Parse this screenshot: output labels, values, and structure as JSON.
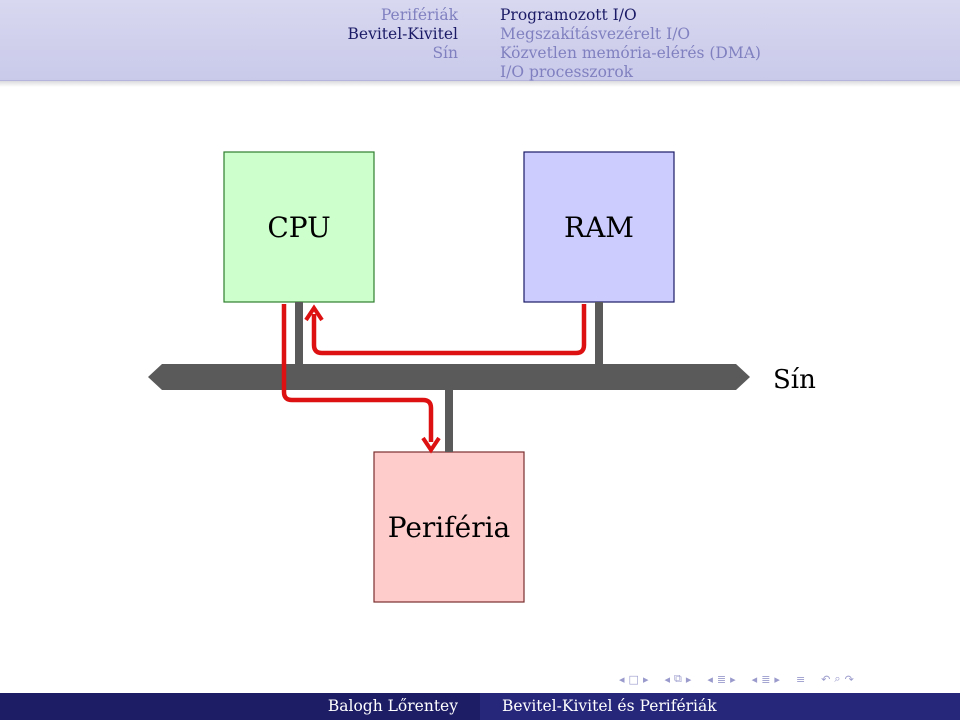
{
  "header": {
    "sections": [
      {
        "label": "Perifériák",
        "active": false
      },
      {
        "label": "Bevitel-Kivitel",
        "active": true
      },
      {
        "label": "Sín",
        "active": false
      }
    ],
    "subsections": [
      {
        "label": "Programozott I/O",
        "active": true
      },
      {
        "label": "Megszakításvezérelt I/O",
        "active": false
      },
      {
        "label": "Közvetlen memória-elérés (DMA)",
        "active": false
      },
      {
        "label": "I/O processzorok",
        "active": false
      }
    ]
  },
  "diagram": {
    "cpu": {
      "label": "CPU",
      "fill": "#ccffcc",
      "stroke": "#2e7d2e"
    },
    "ram": {
      "label": "RAM",
      "fill": "#ccccff",
      "stroke": "#1a1a66"
    },
    "peripheral": {
      "label": "Periféria",
      "fill": "#ffcccc",
      "stroke": "#7a2e2e"
    },
    "bus": {
      "label": "Sín",
      "color": "#5a5a5a"
    },
    "arrow_color": "#dd1111"
  },
  "footer": {
    "author": "Balogh Lőrentey",
    "title": "Bevitel-Kivitel és Perifériák"
  },
  "beamer_nav": {
    "icons": [
      "prev-arrow",
      "frame-icon",
      "next-arrow",
      "prev-arrow",
      "subsection-icon",
      "next-arrow",
      "prev-arrow",
      "section-icon",
      "next-arrow",
      "prev-arrow",
      "section-icon",
      "next-arrow",
      "align-icon",
      "search-icon"
    ]
  }
}
